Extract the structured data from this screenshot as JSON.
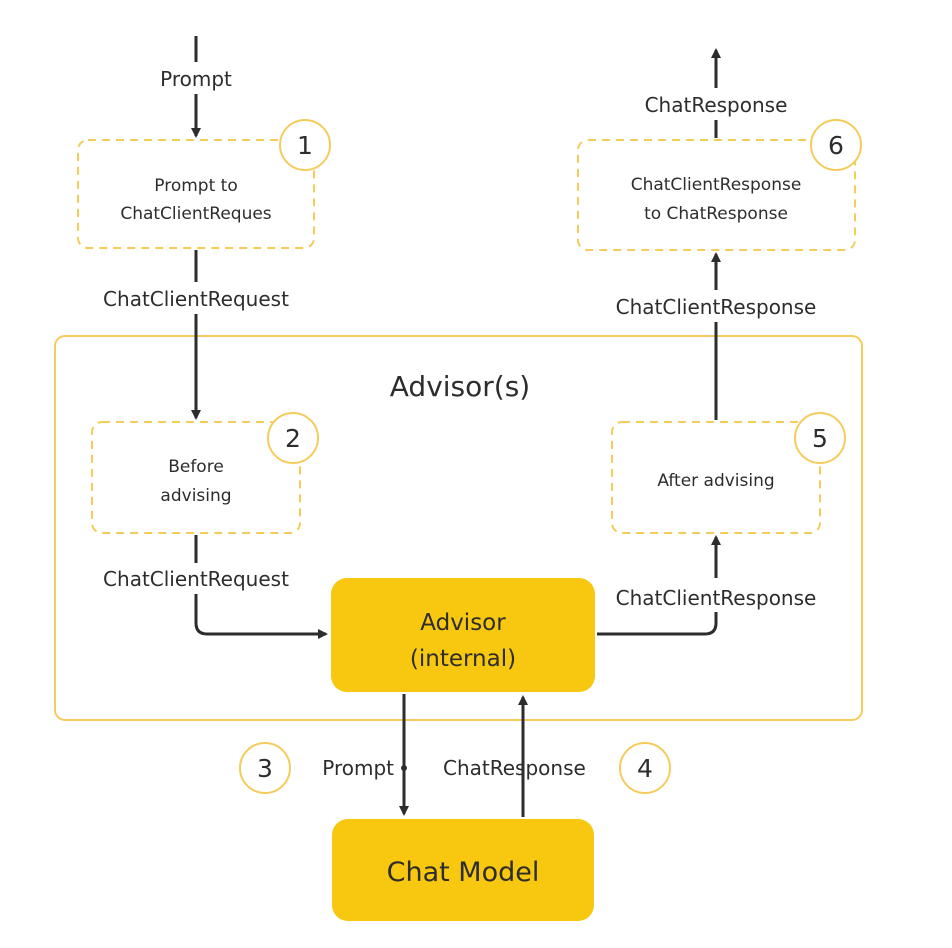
{
  "group": {
    "title": "Advisor(s)"
  },
  "steps": {
    "s1": {
      "number": "1",
      "line1": "Prompt to",
      "line2": "ChatClientReques"
    },
    "s2": {
      "number": "2",
      "line1": "Before",
      "line2": "advising"
    },
    "s3": {
      "number": "3"
    },
    "s4": {
      "number": "4"
    },
    "s5": {
      "number": "5",
      "line1": "After advising"
    },
    "s6": {
      "number": "6",
      "line1": "ChatClientResponse",
      "line2": "to ChatResponse"
    }
  },
  "nodes": {
    "advisor_internal": {
      "line1": "Advisor",
      "line2": "(internal)"
    },
    "chat_model": {
      "label": "Chat Model"
    }
  },
  "edges": {
    "input_prompt": "Prompt",
    "request_after_1": "ChatClientRequest",
    "request_after_2": "ChatClientRequest",
    "prompt_to_model": "Prompt",
    "response_from_model": "ChatResponse",
    "response_after_internal": "ChatClientResponse",
    "response_after_5": "ChatClientResponse",
    "output_response": "ChatResponse"
  },
  "colors": {
    "accent": "#F8C70F",
    "dashed": "#F5CC5C",
    "line": "#2d2d2d",
    "text": "#2d2d2d"
  }
}
